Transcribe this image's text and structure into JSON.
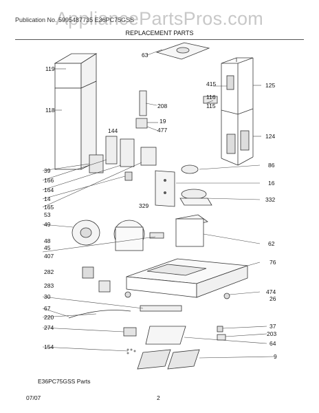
{
  "watermark": "AppliancePartsPros.com",
  "header": "Publication No. 5995487735  E36PC75GSS",
  "title": "REPLACEMENT PARTS",
  "footer": {
    "model": "E36PC75GSS Parts",
    "date": "07/07",
    "page": "2"
  },
  "callouts": {
    "c119": "119",
    "c118": "118",
    "c63": "63",
    "c415": "415",
    "c125": "125",
    "c116": "116",
    "c115": "115",
    "c208": "208",
    "c19": "19",
    "c477": "477",
    "c144": "144",
    "c124": "124",
    "c39": "39",
    "c86": "86",
    "c166": "166",
    "c16": "16",
    "c164": "164",
    "c14": "14",
    "c332": "332",
    "c329": "329",
    "c165": "165",
    "c53": "53",
    "c49": "49",
    "c62": "62",
    "c48": "48",
    "c45": "45",
    "c407": "407",
    "c76": "76",
    "c282": "282",
    "c283": "283",
    "c474": "474",
    "c26": "26",
    "c30": "30",
    "c67": "67",
    "c220": "220",
    "c37": "37",
    "c274": "274",
    "c203": "203",
    "c64": "64",
    "c154": "154",
    "c9": "9"
  }
}
